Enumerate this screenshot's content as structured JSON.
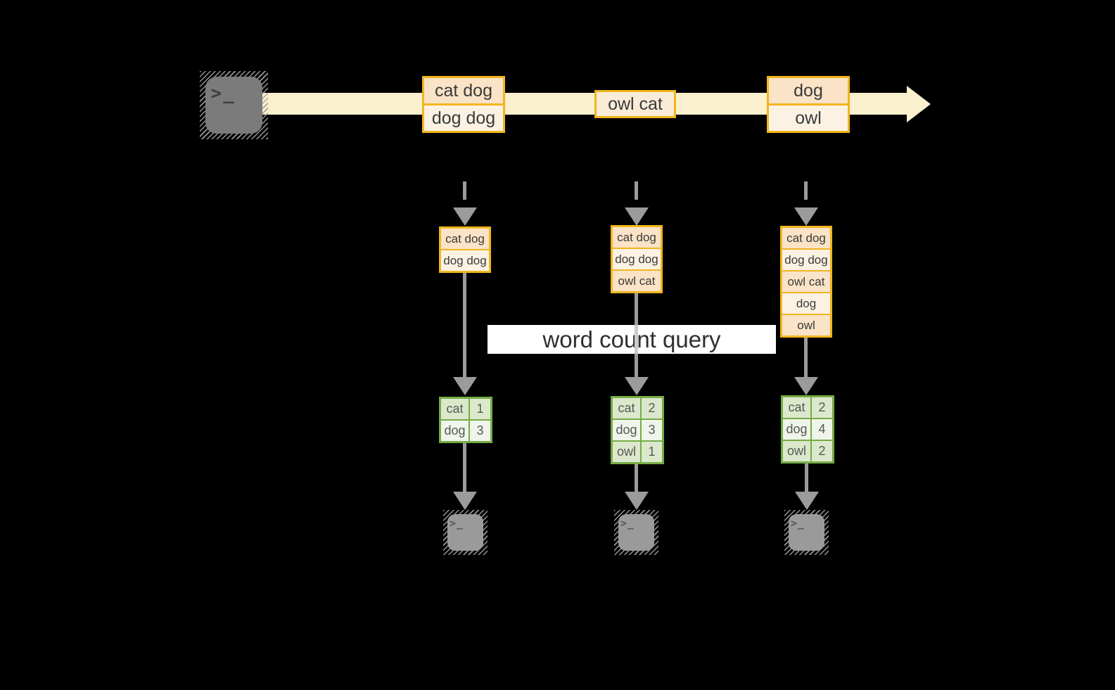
{
  "diagram": {
    "query_label": "word count query",
    "icon_glyph": ">_",
    "stream": {
      "events": [
        {
          "rows": [
            "cat dog",
            "dog dog"
          ]
        },
        {
          "rows": [
            "owl cat"
          ]
        },
        {
          "rows": [
            "dog",
            "owl"
          ]
        }
      ]
    },
    "pipelines": [
      {
        "buffer": [
          "cat dog",
          "dog dog"
        ],
        "counts": [
          [
            "cat",
            "1"
          ],
          [
            "dog",
            "3"
          ]
        ]
      },
      {
        "buffer": [
          "cat dog",
          "dog dog",
          "owl cat"
        ],
        "counts": [
          [
            "cat",
            "2"
          ],
          [
            "dog",
            "3"
          ],
          [
            "owl",
            "1"
          ]
        ]
      },
      {
        "buffer": [
          "cat dog",
          "dog dog",
          "owl cat",
          "dog",
          "owl"
        ],
        "counts": [
          [
            "cat",
            "2"
          ],
          [
            "dog",
            "4"
          ],
          [
            "owl",
            "2"
          ]
        ]
      }
    ],
    "colors": {
      "background": "#000000",
      "amber": "#F2B51D",
      "row-peach": "#FAE3C6",
      "row-cream": "#FCF2E4",
      "event-single": "#FBECD8",
      "stream-band": "#FAF0CE",
      "green": "#76AC45",
      "green-row-dark": "#DCE8CC",
      "green-row-light": "#F0F5EB",
      "arrow-gray": "#9B9B9B",
      "icon-gray-dark": "#7B7B7B",
      "icon-gray-light": "#9A9A9A",
      "overlay-bg": "#FFFFFF",
      "ink": "#3A3A3A"
    }
  }
}
